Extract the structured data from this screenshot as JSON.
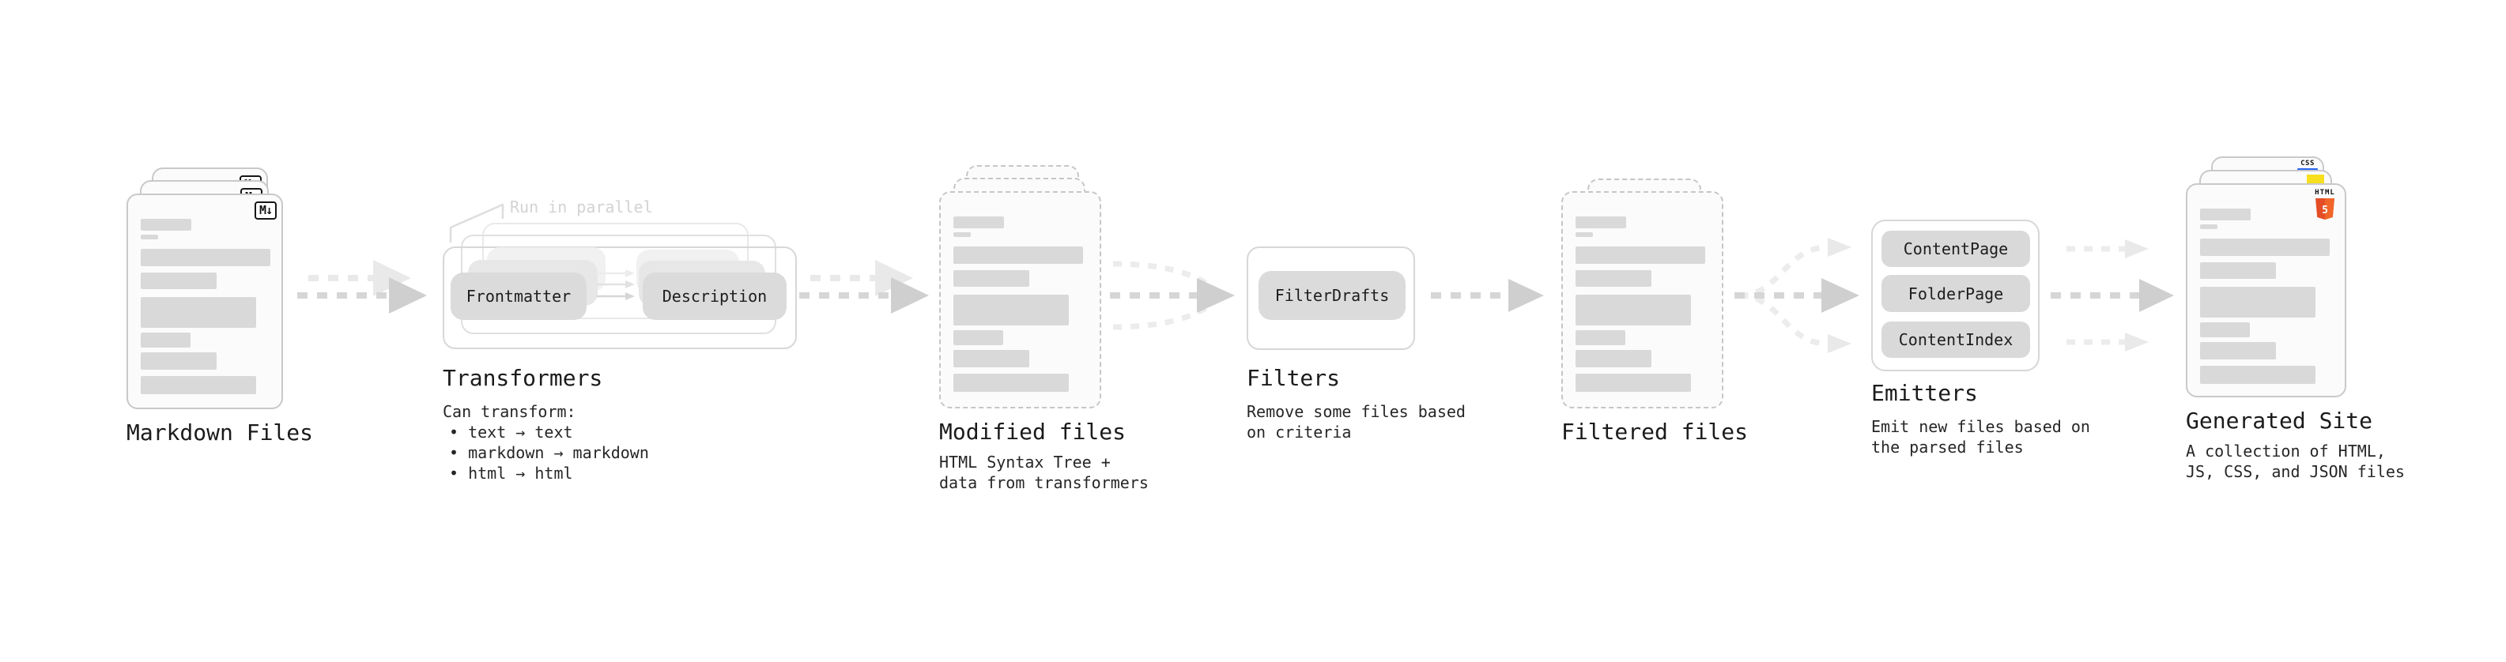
{
  "markdown_files": {
    "label": "Markdown Files",
    "badge": "M↓"
  },
  "transformers": {
    "label": "Transformers",
    "annotation": "Run in parallel",
    "nodes": [
      "Frontmatter",
      "Description"
    ],
    "caption_title": "Can transform:",
    "caption_bullets": [
      "• text → text",
      "• markdown → markdown",
      "• html → html"
    ]
  },
  "modified_files": {
    "label": "Modified files",
    "caption_lines": [
      "HTML Syntax Tree +",
      "data from transformers"
    ]
  },
  "filters": {
    "label": "Filters",
    "nodes": [
      "FilterDrafts"
    ],
    "caption_lines": [
      "Remove some files based",
      "on criteria"
    ]
  },
  "filtered_files": {
    "label": "Filtered files"
  },
  "emitters": {
    "label": "Emitters",
    "nodes": [
      "ContentPage",
      "FolderPage",
      "ContentIndex"
    ],
    "caption_lines": [
      "Emit new files based on",
      "the parsed files"
    ]
  },
  "generated_site": {
    "label": "Generated Site",
    "caption_lines": [
      "A collection of HTML,",
      "JS, CSS, and JSON files"
    ],
    "badges": {
      "css": "CSS",
      "html": "HTML",
      "html_number": "5"
    }
  },
  "colors": {
    "html5_orange": "#E44D26",
    "html5_orange_light": "#F16529",
    "js_yellow": "#F7DF1E",
    "css_blue": "#2965F1"
  },
  "doc_bars": [
    {
      "w": 64,
      "h": 15,
      "mb": 5
    },
    {
      "w": 22,
      "h": 6,
      "mb": 12
    },
    {
      "w": 164,
      "h": 22,
      "mb": 8
    },
    {
      "w": 96,
      "h": 21,
      "mb": 10
    },
    {
      "w": 146,
      "h": 39,
      "mb": 6
    },
    {
      "w": 63,
      "h": 19,
      "mb": 6
    },
    {
      "w": 96,
      "h": 22,
      "mb": 8
    },
    {
      "w": 146,
      "h": 23,
      "mb": 0
    }
  ]
}
